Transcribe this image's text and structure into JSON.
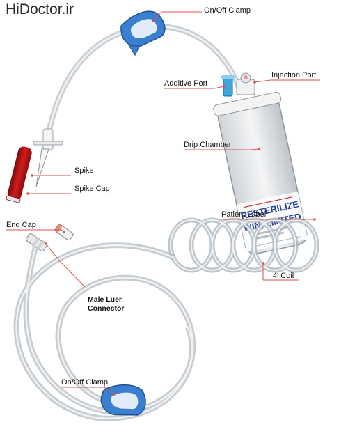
{
  "brand": {
    "text": "HiDoctor.ir"
  },
  "labels": {
    "clamp_top": "On/Off Clamp",
    "additive_port": "Additive Port",
    "injection_port": "Injection Port",
    "drip_chamber": "Drip Chamber",
    "spike": "Spike",
    "spike_cap": "Spike Cap",
    "end_cap": "End Cap",
    "patient_label": "Patient Label",
    "male_luer_connector": "Male Luer\nConnector",
    "coil": "4' Coil",
    "clamp_bottom": "On/Off Clamp"
  },
  "chamber_text": {
    "line1": "RESTERILIZE",
    "line2": "WIN, LIMITED"
  },
  "colors": {
    "leader": "#d9534f",
    "clamp": "#3a7fd0",
    "spike_cap": "#c01818",
    "tubing": "#b7c0c8"
  },
  "icons": {
    "clamp": "roller-clamp",
    "chamber": "drip-chamber",
    "spike": "spike"
  }
}
